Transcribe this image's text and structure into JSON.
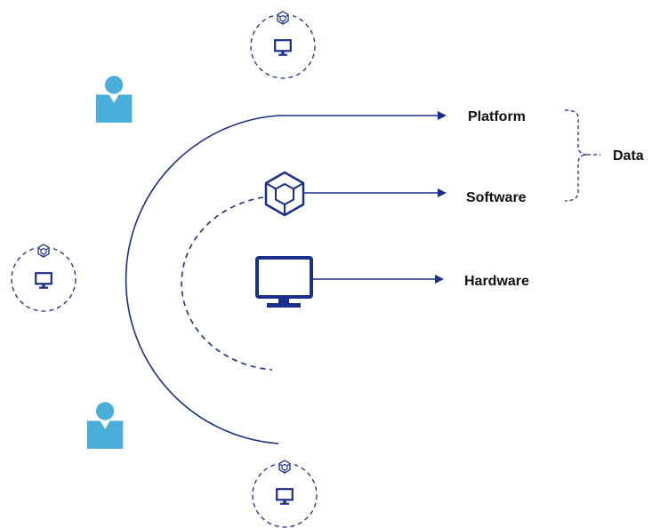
{
  "labels": {
    "platform": "Platform",
    "software": "Software",
    "hardware": "Hardware",
    "data": "Data"
  },
  "colors": {
    "primary": "#1a2e8c",
    "person": "#4aaed9",
    "text": "#111111"
  },
  "icons": {
    "person": "person-icon",
    "cube": "cube-icon",
    "monitor": "monitor-icon",
    "mini_node": "dashed-circle-monitor-node"
  }
}
